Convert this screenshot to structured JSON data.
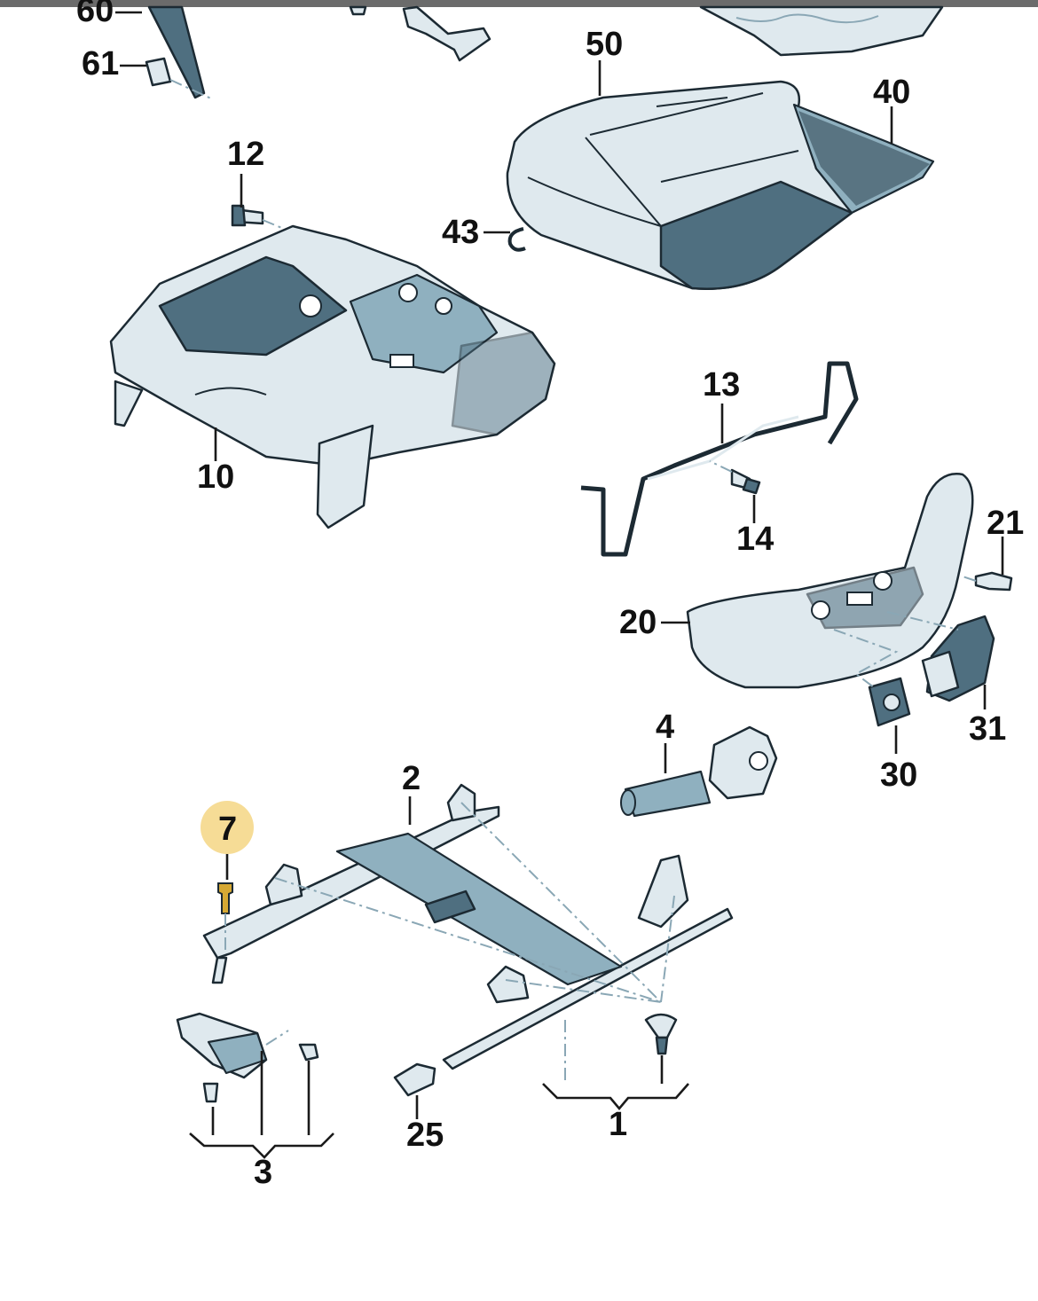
{
  "diagram": {
    "highlighted_callout": "7",
    "highlight_color": "#f6dc96",
    "part_fill": "#dfe9ee",
    "part_stroke": "#1c2a33",
    "callouts": {
      "c60": "60",
      "c61": "61",
      "c50": "50",
      "c40": "40",
      "c12": "12",
      "c43": "43",
      "c10": "10",
      "c13": "13",
      "c14": "14",
      "c21": "21",
      "c20": "20",
      "c4": "4",
      "c31": "31",
      "c30": "30",
      "c2": "2",
      "c7": "7",
      "c25": "25",
      "c1": "1",
      "c3": "3"
    }
  }
}
